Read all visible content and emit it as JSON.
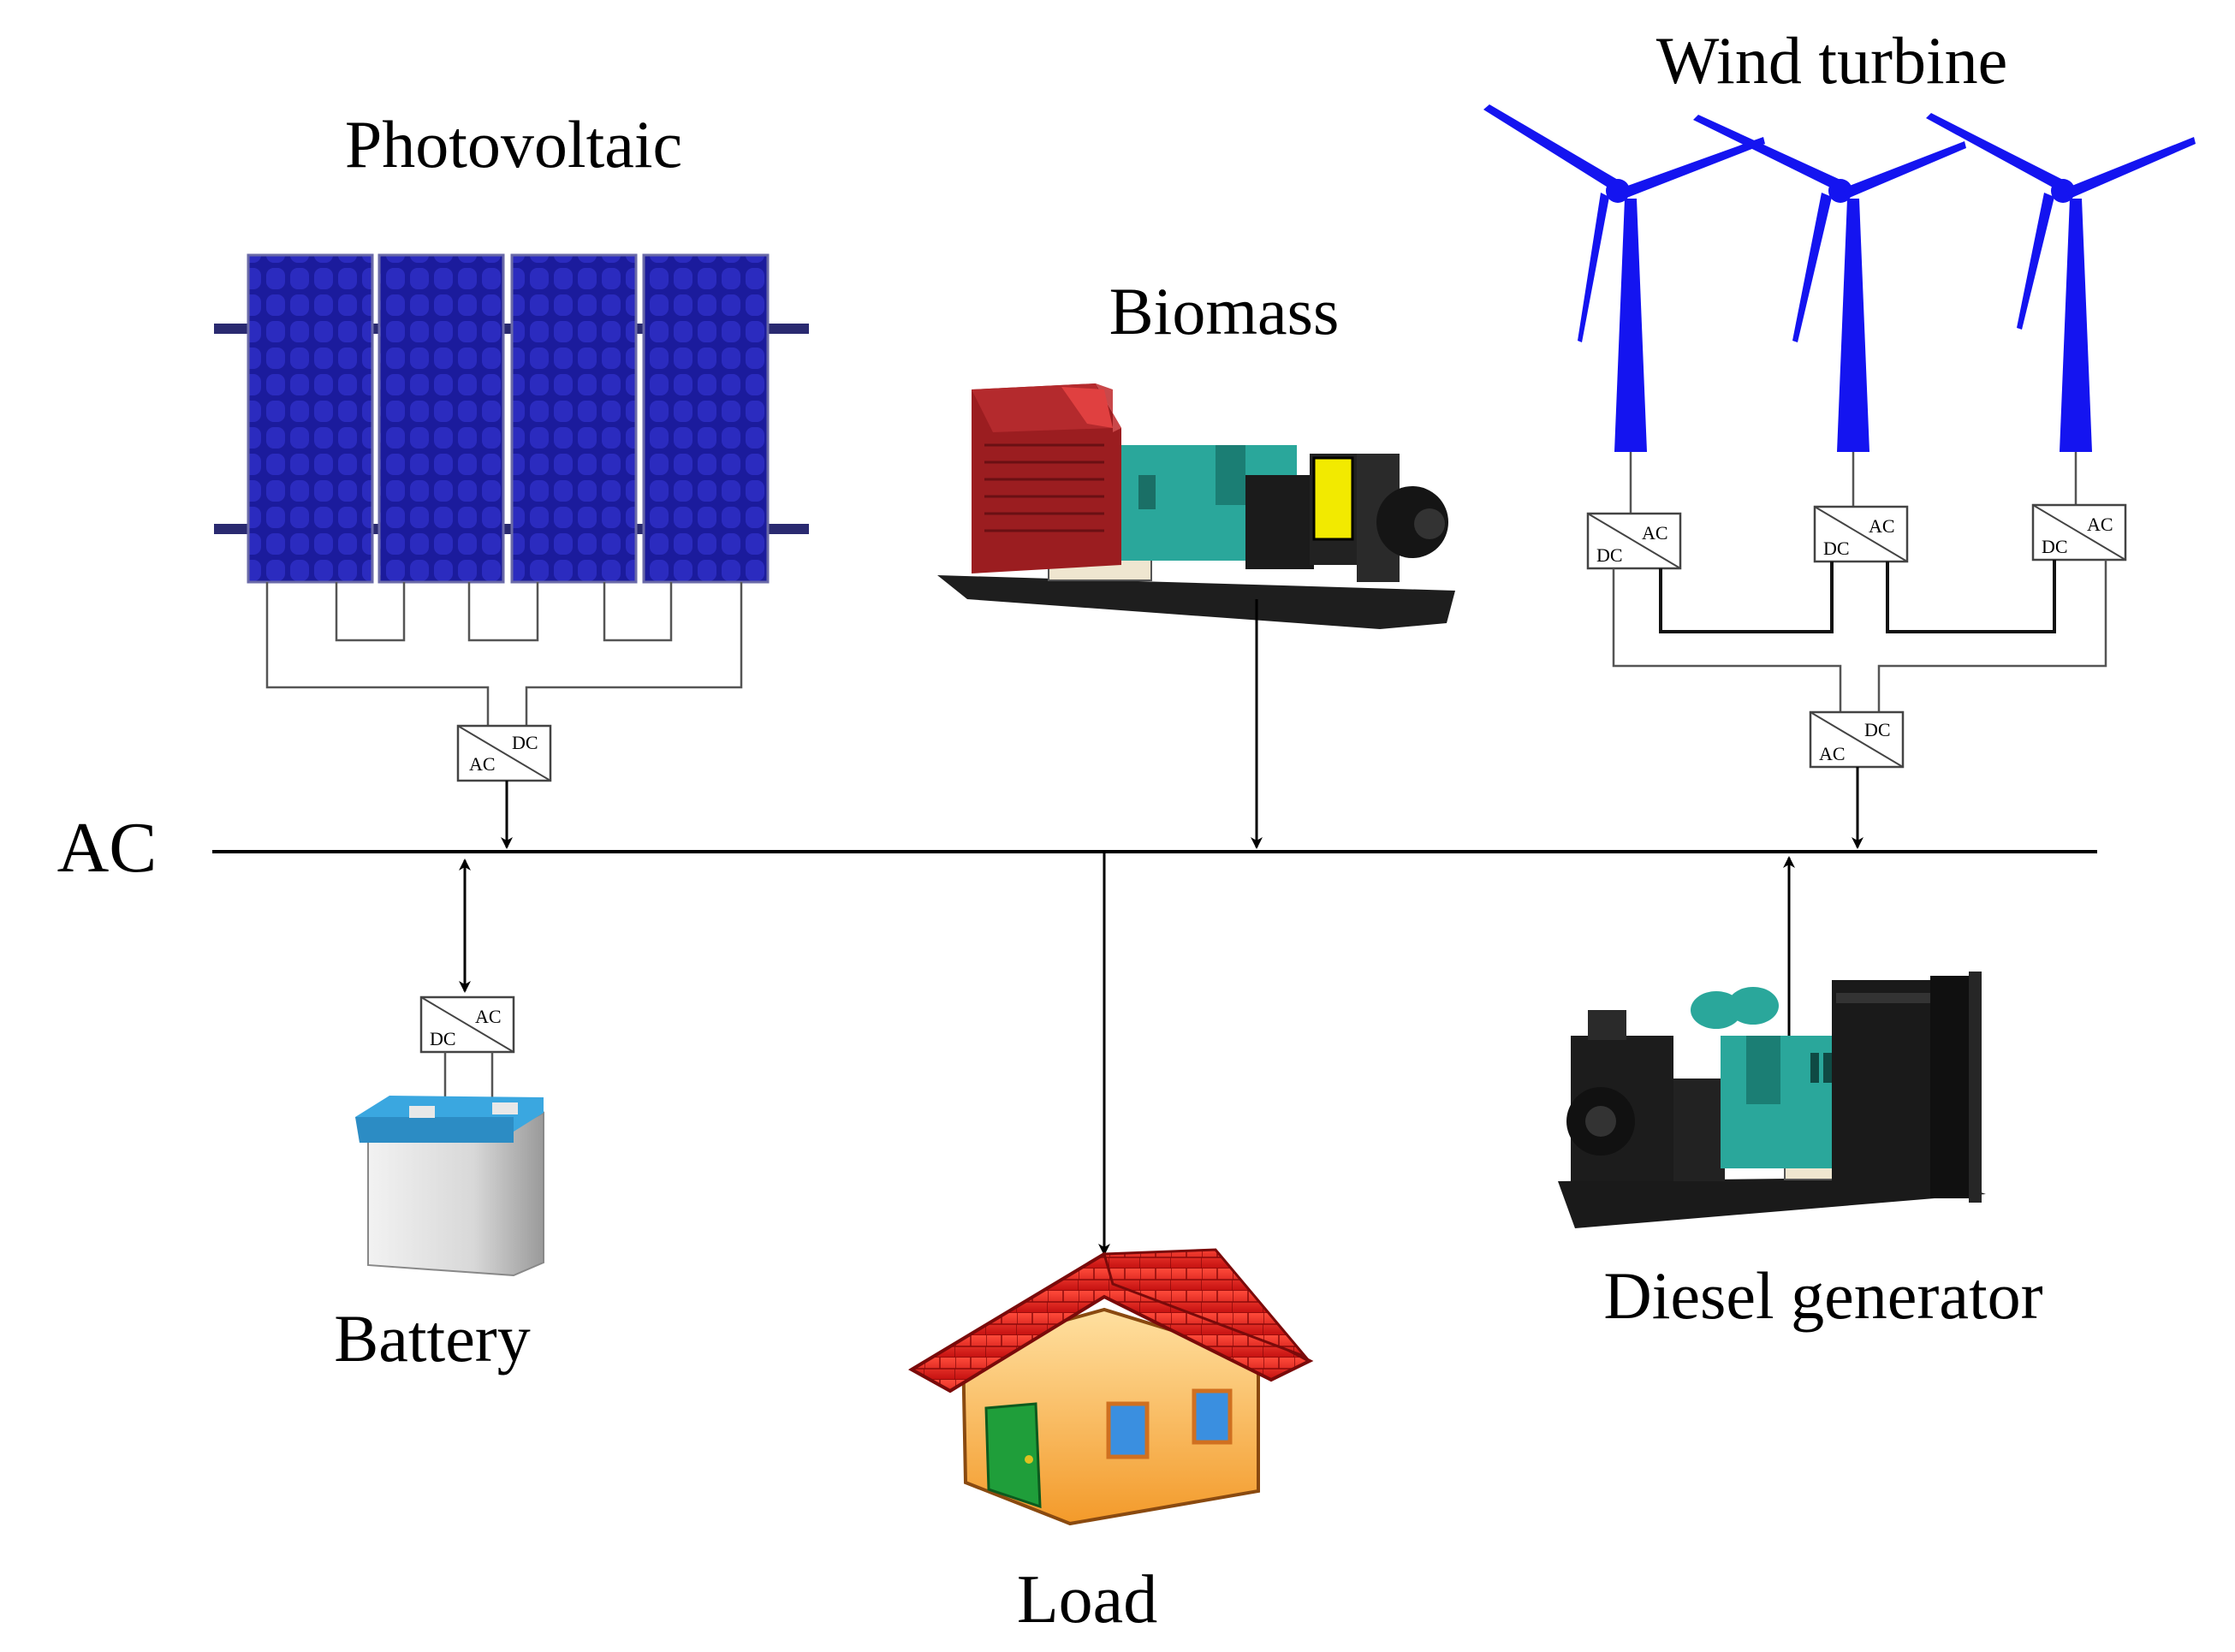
{
  "labels": {
    "photovoltaic": "Photovoltaic",
    "biomass": "Biomass",
    "wind_turbine": "Wind turbine",
    "ac_bus": "AC",
    "battery": "Battery",
    "load": "Load",
    "diesel_generator": "Diesel generator"
  },
  "converters": {
    "ac": "AC",
    "dc": "DC"
  },
  "colors": {
    "pv_panel": "#1b1b9c",
    "pv_cell": "#2a2ab8",
    "wind_blade": "#1414f0",
    "battery_top": "#3aa7e0",
    "roof": "#e02020",
    "house_wall": "#f6b040",
    "door": "#1f9e3a",
    "generator_teal": "#2aa79b",
    "biomass_red": "#9b1d20",
    "biomass_yellow": "#f2ea00"
  }
}
